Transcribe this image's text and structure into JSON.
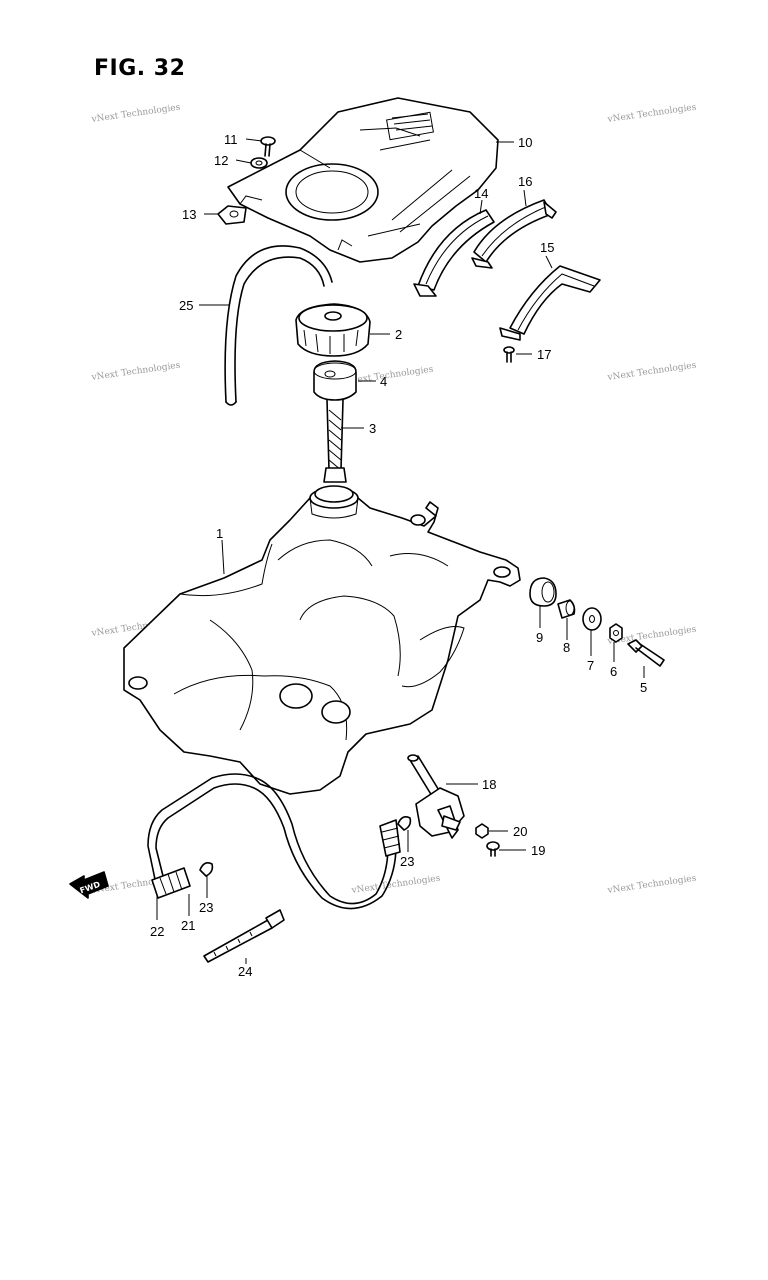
{
  "figure": {
    "title": "FIG. 32"
  },
  "watermark": {
    "text": "vNext Technologies"
  },
  "fwd_arrow": {
    "label": "FWD"
  },
  "callouts": [
    {
      "id": "c1",
      "label": "1"
    },
    {
      "id": "c2",
      "label": "2"
    },
    {
      "id": "c3",
      "label": "3"
    },
    {
      "id": "c4",
      "label": "4"
    },
    {
      "id": "c5",
      "label": "5"
    },
    {
      "id": "c6",
      "label": "6"
    },
    {
      "id": "c7",
      "label": "7"
    },
    {
      "id": "c8",
      "label": "8"
    },
    {
      "id": "c9",
      "label": "9"
    },
    {
      "id": "c10",
      "label": "10"
    },
    {
      "id": "c11",
      "label": "11"
    },
    {
      "id": "c12",
      "label": "12"
    },
    {
      "id": "c13",
      "label": "13"
    },
    {
      "id": "c14",
      "label": "14"
    },
    {
      "id": "c15",
      "label": "15"
    },
    {
      "id": "c16",
      "label": "16"
    },
    {
      "id": "c17",
      "label": "17"
    },
    {
      "id": "c18",
      "label": "18"
    },
    {
      "id": "c19",
      "label": "19"
    },
    {
      "id": "c20",
      "label": "20"
    },
    {
      "id": "c21",
      "label": "21"
    },
    {
      "id": "c22",
      "label": "22"
    },
    {
      "id": "c23a",
      "label": "23"
    },
    {
      "id": "c23b",
      "label": "23"
    },
    {
      "id": "c24",
      "label": "24"
    },
    {
      "id": "c25",
      "label": "25"
    }
  ]
}
